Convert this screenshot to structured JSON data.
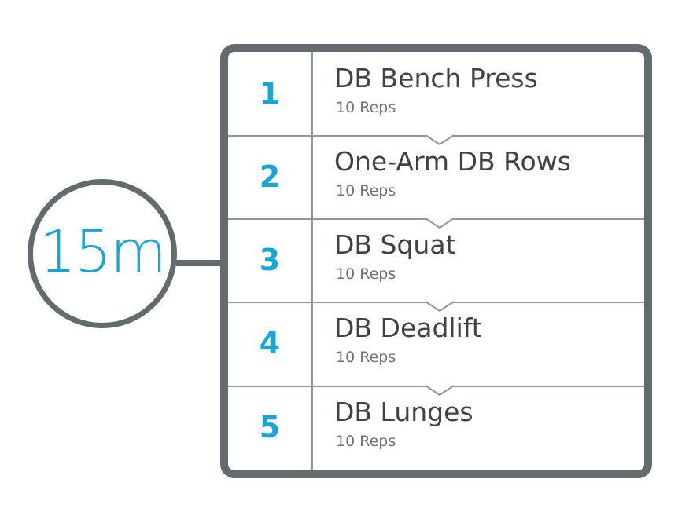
{
  "timer": {
    "label": "15m"
  },
  "colors": {
    "accent": "#1aa6d5",
    "frame": "#626b6e",
    "divider": "#8f979a",
    "text": "#3d4346"
  },
  "exercises": [
    {
      "number": "1",
      "name": "DB Bench Press",
      "reps": "10 Reps"
    },
    {
      "number": "2",
      "name": "One-Arm DB Rows",
      "reps": "10 Reps"
    },
    {
      "number": "3",
      "name": "DB Squat",
      "reps": "10 Reps"
    },
    {
      "number": "4",
      "name": "DB Deadlift",
      "reps": "10 Reps"
    },
    {
      "number": "5",
      "name": "DB Lunges",
      "reps": "10 Reps"
    }
  ]
}
